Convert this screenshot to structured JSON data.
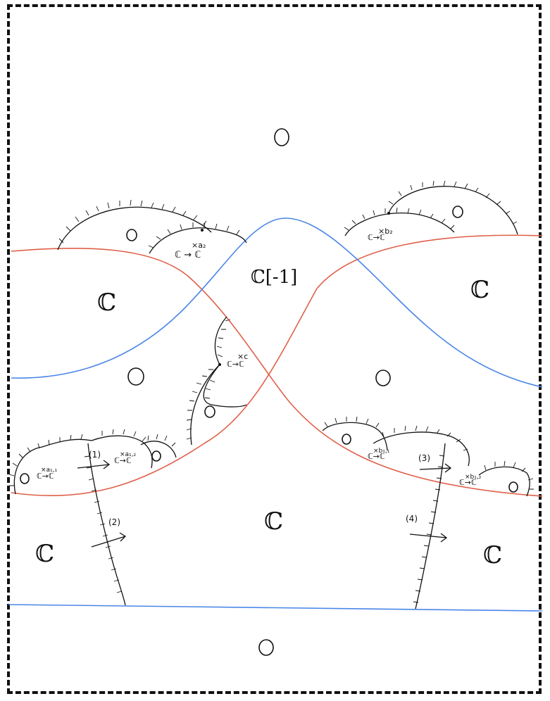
{
  "regions": {
    "zero_label": "0",
    "c_label": "ℂ",
    "c_shift_label": "ℂ[-1]"
  },
  "maps": {
    "a2": "ℂ → ℂ",
    "a2_exp": "×a₂",
    "b2": "ℂ→ℂ",
    "b2_exp": "×b₂",
    "c": "ℂ→ℂ",
    "c_exp": "×c",
    "a11": "ℂ→ℂ",
    "a11_exp": "×a₁,₁",
    "a12": "ℂ→ℂ",
    "a12_exp": "×a₁,₂",
    "b11": "ℂ→ℂ",
    "b11_exp": "×b₁,₁",
    "b12": "ℂ→ℂ",
    "b12_exp": "×b₁,₂"
  },
  "arrows": [
    "(1)",
    "(2)",
    "(3)",
    "(4)"
  ],
  "colors": {
    "red": "#e0604a",
    "blue": "#4a86e8",
    "ink": "#111111"
  }
}
